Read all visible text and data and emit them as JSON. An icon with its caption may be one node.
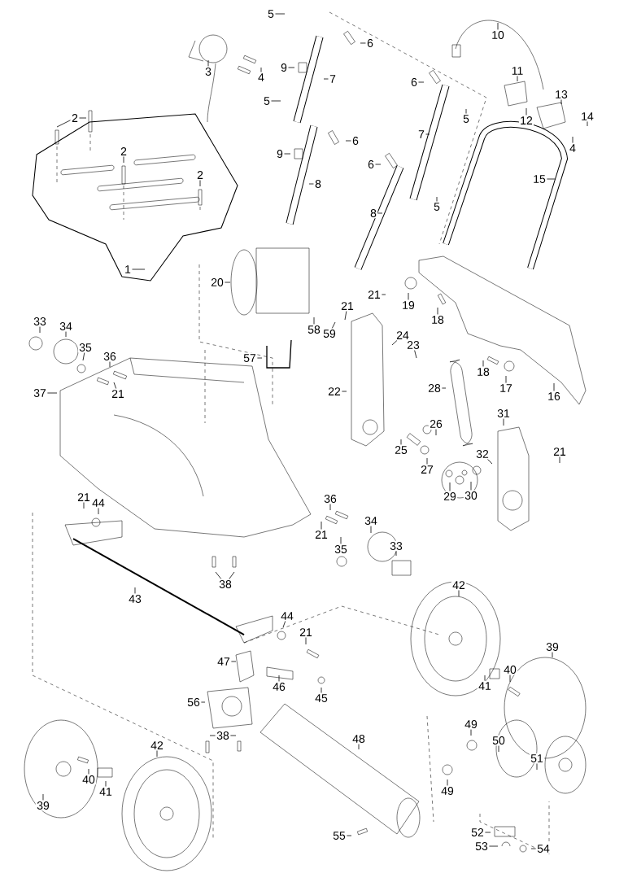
{
  "diagram": {
    "nodes": [
      {
        "text": [
          "5"
        ]
      },
      {
        "text": [
          "10"
        ]
      },
      {
        "text": [
          "6"
        ]
      },
      {
        "text": [
          "9"
        ]
      },
      {
        "text": [
          "3"
        ]
      },
      {
        "text": [
          "4"
        ]
      },
      {
        "text": [
          "7"
        ]
      },
      {
        "text": [
          "11"
        ]
      },
      {
        "text": [
          "13"
        ]
      },
      {
        "text": [
          "6"
        ]
      },
      {
        "text": [
          "5"
        ]
      },
      {
        "text": [
          "2"
        ]
      },
      {
        "text": [
          "12"
        ]
      },
      {
        "text": [
          "14"
        ]
      },
      {
        "text": [
          "5"
        ]
      },
      {
        "text": [
          "7"
        ]
      },
      {
        "text": [
          "6"
        ]
      },
      {
        "text": [
          "4"
        ]
      },
      {
        "text": [
          "2"
        ]
      },
      {
        "text": [
          "9"
        ]
      },
      {
        "text": [
          "6"
        ]
      },
      {
        "text": [
          "2"
        ]
      },
      {
        "text": [
          "8"
        ]
      },
      {
        "text": [
          "15"
        ]
      },
      {
        "text": [
          "5"
        ]
      },
      {
        "text": [
          "8"
        ]
      },
      {
        "text": [
          "1"
        ]
      },
      {
        "text": [
          "20"
        ]
      },
      {
        "text": [
          "21"
        ]
      },
      {
        "text": [
          "19"
        ]
      },
      {
        "text": [
          "21"
        ]
      },
      {
        "text": [
          "18"
        ]
      },
      {
        "text": [
          "33"
        ]
      },
      {
        "text": [
          "34"
        ]
      },
      {
        "text": [
          "58"
        ]
      },
      {
        "text": [
          "59"
        ]
      },
      {
        "text": [
          "24"
        ]
      },
      {
        "text": [
          "35"
        ]
      },
      {
        "text": [
          "23"
        ]
      },
      {
        "text": [
          "36"
        ]
      },
      {
        "text": [
          "57"
        ]
      },
      {
        "text": [
          "18"
        ]
      },
      {
        "text": [
          "28"
        ]
      },
      {
        "text": [
          "17"
        ]
      },
      {
        "text": [
          "22"
        ]
      },
      {
        "text": [
          "37"
        ]
      },
      {
        "text": [
          "21"
        ]
      },
      {
        "text": [
          "16"
        ]
      },
      {
        "text": [
          "31"
        ]
      },
      {
        "text": [
          "26"
        ]
      },
      {
        "text": [
          "25"
        ]
      },
      {
        "text": [
          "21"
        ]
      },
      {
        "text": [
          "32"
        ]
      },
      {
        "text": [
          "27"
        ]
      },
      {
        "text": [
          "30"
        ]
      },
      {
        "text": [
          "29"
        ]
      },
      {
        "text": [
          "21"
        ]
      },
      {
        "text": [
          "36"
        ]
      },
      {
        "text": [
          "44"
        ]
      },
      {
        "text": [
          "34"
        ]
      },
      {
        "text": [
          "21"
        ]
      },
      {
        "text": [
          "33"
        ]
      },
      {
        "text": [
          "35"
        ]
      },
      {
        "text": [
          "38"
        ]
      },
      {
        "text": [
          "42"
        ]
      },
      {
        "text": [
          "43"
        ]
      },
      {
        "text": [
          "44"
        ]
      },
      {
        "text": [
          "21"
        ]
      },
      {
        "text": [
          "39"
        ]
      },
      {
        "text": [
          "47"
        ]
      },
      {
        "text": [
          "40"
        ]
      },
      {
        "text": [
          "41"
        ]
      },
      {
        "text": [
          "46"
        ]
      },
      {
        "text": [
          "45"
        ]
      },
      {
        "text": [
          "56"
        ]
      },
      {
        "text": [
          "38"
        ]
      },
      {
        "text": [
          "49"
        ]
      },
      {
        "text": [
          "48"
        ]
      },
      {
        "text": [
          "50"
        ]
      },
      {
        "text": [
          "42"
        ]
      },
      {
        "text": [
          "51"
        ]
      },
      {
        "text": [
          "40"
        ]
      },
      {
        "text": [
          "49"
        ]
      },
      {
        "text": [
          "41"
        ]
      },
      {
        "text": [
          "39"
        ]
      },
      {
        "text": [
          "52"
        ]
      },
      {
        "text": [
          "55"
        ]
      },
      {
        "text": [
          "53"
        ]
      },
      {
        "text": [
          "54"
        ]
      }
    ],
    "edges": [
      {
        "from": 0,
        "to": null,
        "arrow": "none"
      },
      {
        "from": 1,
        "to": null,
        "arrow": "none"
      },
      {
        "from": 2,
        "to": null,
        "arrow": "none"
      },
      {
        "from": 3,
        "to": null,
        "arrow": "none"
      },
      {
        "from": 4,
        "to": null,
        "arrow": "none"
      },
      {
        "from": 5,
        "to": null,
        "arrow": "none"
      },
      {
        "from": 6,
        "to": null,
        "arrow": "none"
      },
      {
        "from": 7,
        "to": null,
        "arrow": "none"
      },
      {
        "from": 8,
        "to": null,
        "arrow": "none"
      },
      {
        "from": 9,
        "to": null,
        "arrow": "none"
      },
      {
        "from": 10,
        "to": null,
        "arrow": "none"
      },
      {
        "from": 11,
        "to": null,
        "arrow": "none"
      },
      {
        "from": 11,
        "to": null,
        "arrow": "none"
      },
      {
        "from": 12,
        "to": null,
        "arrow": "none"
      },
      {
        "from": 13,
        "to": null,
        "arrow": "none"
      },
      {
        "from": 14,
        "to": null,
        "arrow": "none"
      },
      {
        "from": 15,
        "to": null,
        "arrow": "none"
      },
      {
        "from": 16,
        "to": null,
        "arrow": "none"
      },
      {
        "from": 17,
        "to": null,
        "arrow": "none"
      },
      {
        "from": 18,
        "to": null,
        "arrow": "none"
      },
      {
        "from": 19,
        "to": null,
        "arrow": "none"
      },
      {
        "from": 20,
        "to": null,
        "arrow": "none"
      },
      {
        "from": 21,
        "to": null,
        "arrow": "none"
      },
      {
        "from": 22,
        "to": null,
        "arrow": "none"
      },
      {
        "from": 23,
        "to": null,
        "arrow": "none"
      },
      {
        "from": 24,
        "to": null,
        "arrow": "none"
      },
      {
        "from": 25,
        "to": null,
        "arrow": "none"
      },
      {
        "from": 26,
        "to": null,
        "arrow": "none"
      },
      {
        "from": 27,
        "to": null,
        "arrow": "none"
      },
      {
        "from": 28,
        "to": null,
        "arrow": "none"
      },
      {
        "from": 29,
        "to": null,
        "arrow": "none"
      },
      {
        "from": 30,
        "to": null,
        "arrow": "none"
      },
      {
        "from": 31,
        "to": null,
        "arrow": "none"
      },
      {
        "from": 32,
        "to": null,
        "arrow": "none"
      },
      {
        "from": 33,
        "to": null,
        "arrow": "none"
      },
      {
        "from": 34,
        "to": null,
        "arrow": "none"
      },
      {
        "from": 35,
        "to": null,
        "arrow": "none"
      },
      {
        "from": 36,
        "to": null,
        "arrow": "none"
      },
      {
        "from": 37,
        "to": null,
        "arrow": "none"
      },
      {
        "from": 38,
        "to": null,
        "arrow": "none"
      },
      {
        "from": 39,
        "to": null,
        "arrow": "none"
      },
      {
        "from": 40,
        "to": null,
        "arrow": "none"
      },
      {
        "from": 41,
        "to": null,
        "arrow": "none"
      },
      {
        "from": 42,
        "to": null,
        "arrow": "none"
      },
      {
        "from": 43,
        "to": null,
        "arrow": "none"
      },
      {
        "from": 44,
        "to": null,
        "arrow": "none"
      },
      {
        "from": 45,
        "to": null,
        "arrow": "none"
      },
      {
        "from": 46,
        "to": null,
        "arrow": "none"
      },
      {
        "from": 47,
        "to": null,
        "arrow": "none"
      },
      {
        "from": 48,
        "to": null,
        "arrow": "none"
      },
      {
        "from": 49,
        "to": null,
        "arrow": "none"
      },
      {
        "from": 50,
        "to": null,
        "arrow": "none"
      },
      {
        "from": 51,
        "to": null,
        "arrow": "none"
      },
      {
        "from": 52,
        "to": null,
        "arrow": "none"
      },
      {
        "from": 53,
        "to": null,
        "arrow": "none"
      },
      {
        "from": 54,
        "to": null,
        "arrow": "none"
      },
      {
        "from": 55,
        "to": null,
        "arrow": "none"
      },
      {
        "from": 56,
        "to": null,
        "arrow": "none"
      },
      {
        "from": 57,
        "to": null,
        "arrow": "none"
      },
      {
        "from": 58,
        "to": null,
        "arrow": "none"
      },
      {
        "from": 59,
        "to": null,
        "arrow": "none"
      },
      {
        "from": 60,
        "to": null,
        "arrow": "none"
      },
      {
        "from": 61,
        "to": null,
        "arrow": "none"
      },
      {
        "from": 62,
        "to": null,
        "arrow": "none"
      },
      {
        "from": 63,
        "to": null,
        "arrow": "none"
      },
      {
        "from": 63,
        "to": null,
        "arrow": "none"
      },
      {
        "from": 64,
        "to": null,
        "arrow": "none"
      },
      {
        "from": 65,
        "to": null,
        "arrow": "none"
      },
      {
        "from": 66,
        "to": null,
        "arrow": "none"
      },
      {
        "from": 67,
        "to": null,
        "arrow": "none"
      },
      {
        "from": 68,
        "to": null,
        "arrow": "none"
      },
      {
        "from": 69,
        "to": null,
        "arrow": "none"
      },
      {
        "from": 70,
        "to": null,
        "arrow": "none"
      },
      {
        "from": 71,
        "to": null,
        "arrow": "none"
      },
      {
        "from": 72,
        "to": null,
        "arrow": "none"
      },
      {
        "from": 73,
        "to": null,
        "arrow": "none"
      },
      {
        "from": 74,
        "to": null,
        "arrow": "none"
      },
      {
        "from": 75,
        "to": null,
        "arrow": "none"
      },
      {
        "from": 75,
        "to": null,
        "arrow": "none"
      },
      {
        "from": 76,
        "to": null,
        "arrow": "none"
      },
      {
        "from": 77,
        "to": null,
        "arrow": "none"
      },
      {
        "from": 78,
        "to": null,
        "arrow": "none"
      },
      {
        "from": 79,
        "to": null,
        "arrow": "none"
      },
      {
        "from": 80,
        "to": null,
        "arrow": "none"
      },
      {
        "from": 81,
        "to": null,
        "arrow": "none"
      },
      {
        "from": 82,
        "to": null,
        "arrow": "none"
      },
      {
        "from": 83,
        "to": null,
        "arrow": "none"
      },
      {
        "from": 84,
        "to": null,
        "arrow": "none"
      },
      {
        "from": 85,
        "to": null,
        "arrow": "none"
      },
      {
        "from": 86,
        "to": null,
        "arrow": "none"
      },
      {
        "from": 87,
        "to": null,
        "arrow": "none"
      },
      {
        "from": 88,
        "to": null,
        "arrow": "none"
      }
    ]
  }
}
